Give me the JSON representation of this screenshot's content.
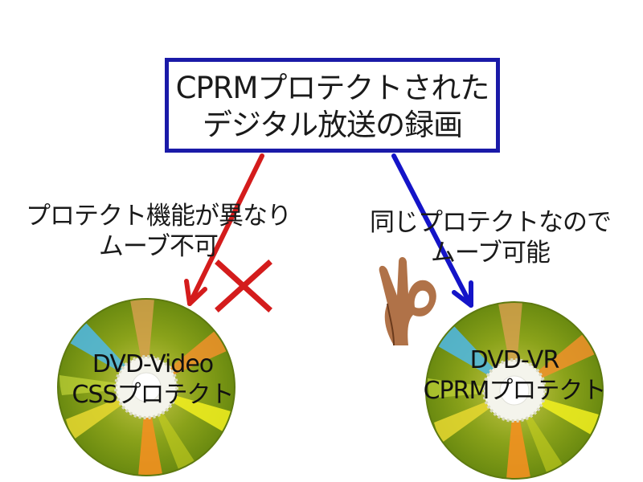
{
  "title_box": {
    "line1": "CPRMプロテクトされた",
    "line2": "デジタル放送の録画",
    "border_color": "#1a1aa8"
  },
  "left_branch": {
    "label_line1": "プロテクト機能が異なり",
    "label_line2": "ムーブ不可",
    "arrow_color": "#d41c1c",
    "mark": "cross-icon",
    "disc": {
      "line1": "DVD-Video",
      "line2": "CSSプロテクト"
    }
  },
  "right_branch": {
    "label_line1": "同じプロテクトなので",
    "label_line2": "ムーブ可能",
    "arrow_color": "#1414c8",
    "mark": "ok-hand-icon",
    "disc": {
      "line1": "DVD-VR",
      "line2": "CPRMプロテクト"
    }
  }
}
